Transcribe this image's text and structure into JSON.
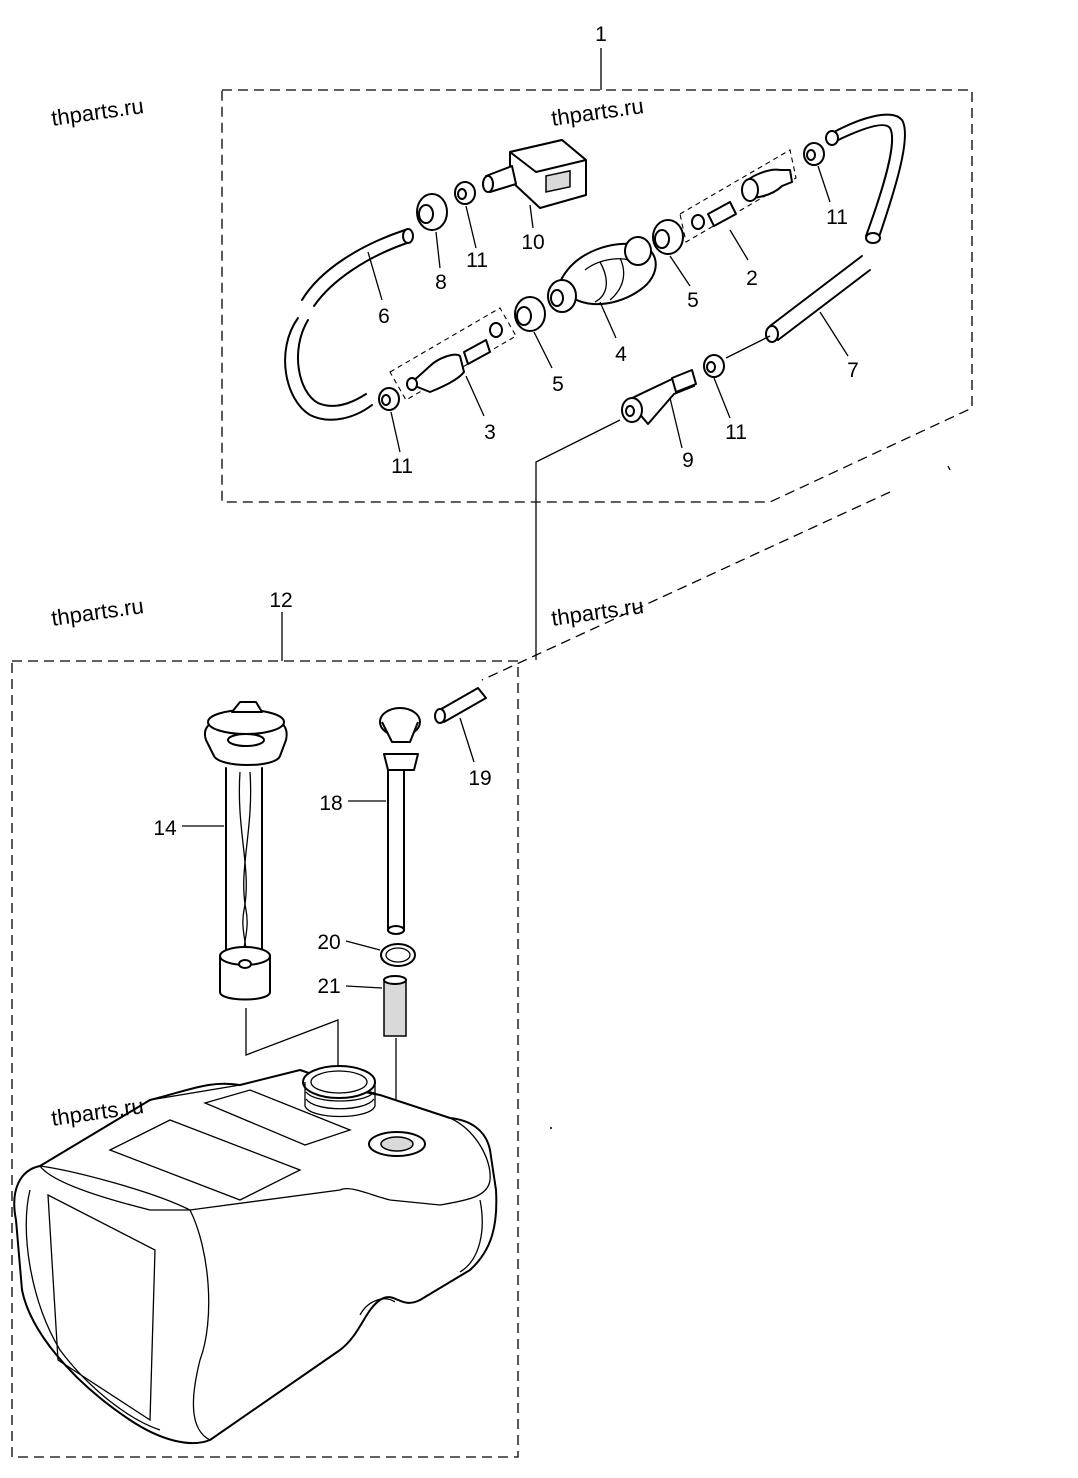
{
  "watermarks": [
    "thparts.ru",
    "thparts.ru",
    "thparts.ru",
    "thparts.ru"
  ],
  "callouts": {
    "c1": "1",
    "c2": "2",
    "c3": "3",
    "c4": "4",
    "c5a": "5",
    "c5b": "5",
    "c6": "6",
    "c7": "7",
    "c8": "8",
    "c9": "9",
    "c10": "10",
    "c11a": "11",
    "c11b": "11",
    "c11c": "11",
    "c11d": "11",
    "c12": "12",
    "c14": "14",
    "c18": "18",
    "c19": "19",
    "c20": "20",
    "c21": "21"
  }
}
